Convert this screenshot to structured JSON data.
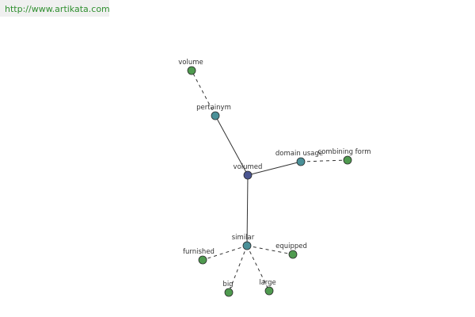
{
  "banner": {
    "url": "http://www.artikata.com"
  },
  "graph": {
    "colors": {
      "center": "#4a5590",
      "relation": "#4a9098",
      "leaf": "#4f9a4f",
      "edge": "#333333"
    },
    "nodes": [
      {
        "id": "volumed",
        "label": "volumed",
        "kind": "center"
      },
      {
        "id": "pertainym",
        "label": "pertainym",
        "kind": "relation"
      },
      {
        "id": "volume",
        "label": "volume",
        "kind": "leaf"
      },
      {
        "id": "domain-usage",
        "label": "domain usage",
        "kind": "relation"
      },
      {
        "id": "combining-form",
        "label": "combining form",
        "kind": "leaf"
      },
      {
        "id": "similar",
        "label": "similar",
        "kind": "relation"
      },
      {
        "id": "furnished",
        "label": "furnished",
        "kind": "leaf"
      },
      {
        "id": "equipped",
        "label": "equipped",
        "kind": "leaf"
      },
      {
        "id": "big",
        "label": "big",
        "kind": "leaf"
      },
      {
        "id": "large",
        "label": "large",
        "kind": "leaf"
      }
    ],
    "edges": [
      {
        "from": "volumed",
        "to": "pertainym",
        "style": "solid"
      },
      {
        "from": "pertainym",
        "to": "volume",
        "style": "dashed"
      },
      {
        "from": "volumed",
        "to": "domain-usage",
        "style": "solid"
      },
      {
        "from": "domain-usage",
        "to": "combining-form",
        "style": "dashed"
      },
      {
        "from": "volumed",
        "to": "similar",
        "style": "solid"
      },
      {
        "from": "similar",
        "to": "furnished",
        "style": "dashed"
      },
      {
        "from": "similar",
        "to": "equipped",
        "style": "dashed"
      },
      {
        "from": "similar",
        "to": "big",
        "style": "dashed"
      },
      {
        "from": "similar",
        "to": "large",
        "style": "dashed"
      }
    ]
  }
}
